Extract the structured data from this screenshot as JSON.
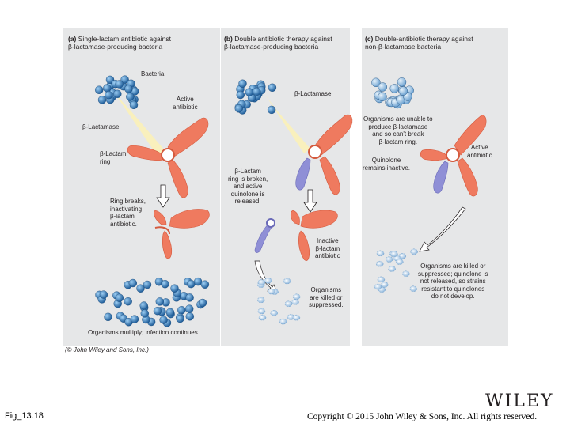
{
  "panels": {
    "a": {
      "letter": "(a)",
      "title": "Single-lactam antibiotic against\nβ-lactamase-producing bacteria",
      "labels": {
        "bacteria": "Bacteria",
        "active_antibiotic": "Active\nantibiotic",
        "beta_lactamase": "β-Lactamase",
        "beta_lactam_ring": "β-Lactam\nring",
        "ring_breaks": "Ring breaks,\ninactivating\nβ-lactam\nantibiotic.",
        "multiply": "Organisms multiply; infection continues."
      }
    },
    "b": {
      "letter": "(b)",
      "title": "Double antibiotic therapy against\nβ-lactamase-producing bacteria",
      "labels": {
        "beta_lactamase": "β-Lactamase",
        "ring_broken": "β-Lactam\nring is broken,\nand active\nquinolone is\nreleased.",
        "inactive": "Inactive\nβ-lactam\nantibiotic",
        "killed": "Organisms\nare killed or\nsuppressed."
      }
    },
    "c": {
      "letter": "(c)",
      "title": "Double-antibiotic therapy against\nnon-β-lactamase bacteria",
      "labels": {
        "unable": "Organisms are unable to\nproduce β-lactamase\nand so can't break\nβ-lactam ring.",
        "active_antibiotic": "Active\nantibiotic",
        "quinolone_inactive": "Quinolone\nremains inactive.",
        "killed": "Organisms are killed or\nsuppressed; quinolone is\nnot released, so strains\nresistant to quinolones\ndo not develop."
      }
    }
  },
  "credit": "(© John Wiley and Sons, Inc.)",
  "figure_label": "Fig_13.18",
  "logo": "WILEY",
  "copyright": "Copyright © 2015 John Wiley & Sons, Inc. All rights reserved.",
  "colors": {
    "panel_bg": "#e6e7e8",
    "antibiotic": "#ef7a5f",
    "bacteria_dark": "#2f73b5",
    "bacteria_light": "#9cc4e6",
    "quinolone": "#8f8fd6",
    "beam": "#fbf1b8"
  }
}
